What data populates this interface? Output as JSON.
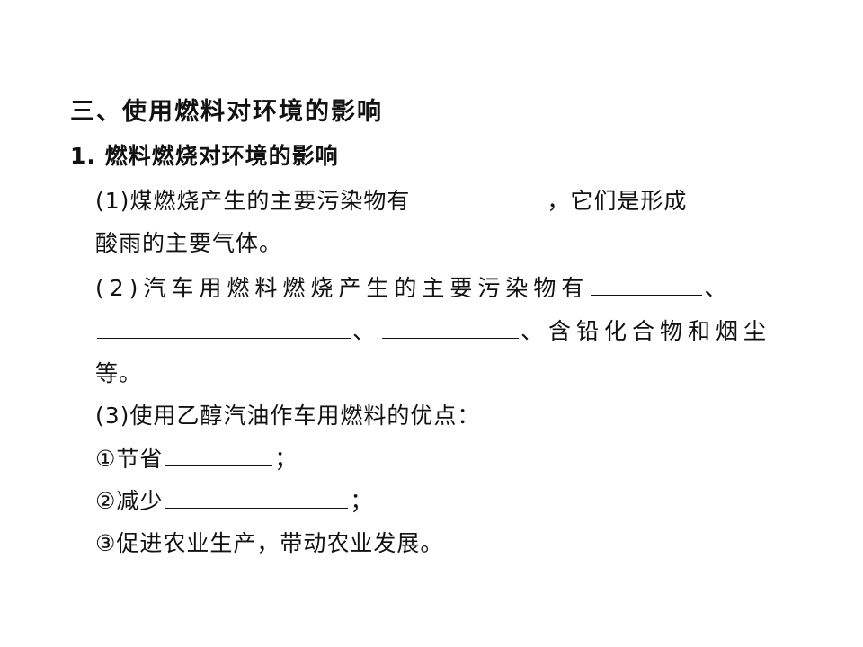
{
  "section_title": "三、使用燃料对环境的影响",
  "subsection_title": "1. 燃料燃烧对环境的影响",
  "item1": {
    "prefix": "(1)煤燃烧产生的主要污染物有",
    "suffix": "，它们是形成",
    "line2": "酸雨的主要气体。"
  },
  "item2": {
    "prefix": "(2)汽车用燃料燃烧产生的主要污染物有",
    "sep1": "、",
    "sep2": "、",
    "suffix": "、含铅化合物和烟尘",
    "line3": "等。"
  },
  "item3": {
    "title": "(3)使用乙醇汽油作车用燃料的优点：",
    "point1_prefix": "①节省",
    "point1_suffix": "；",
    "point2_prefix": "②减少",
    "point2_suffix": "；",
    "point3": "③促进农业生产，带动农业发展。"
  }
}
